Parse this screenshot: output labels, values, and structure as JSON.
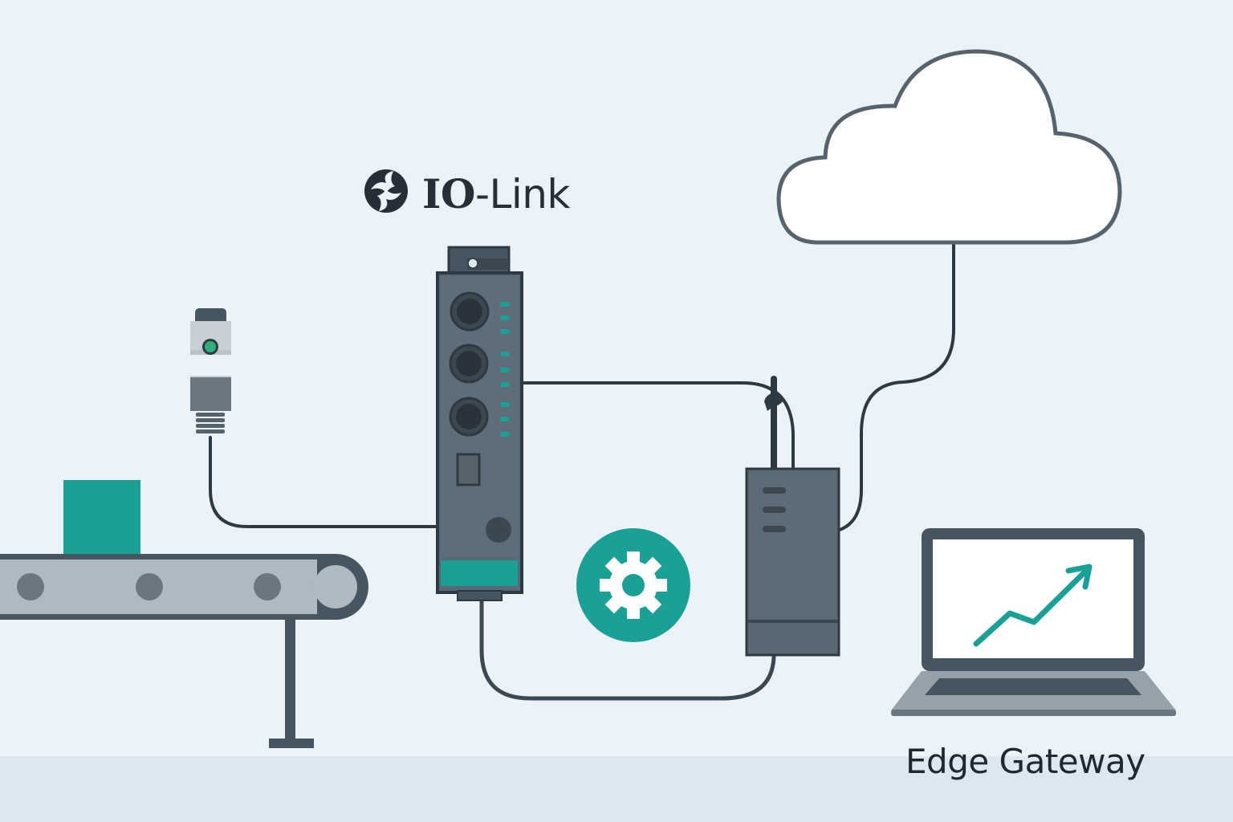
{
  "title": "IO-Link industrial connectivity illustration",
  "logo": {
    "icon": "io-link-logo-icon",
    "text_bold": "IO",
    "text_regular": "-Link"
  },
  "caption": "Edge Gateway",
  "colors": {
    "background": "#ecf3f8",
    "floor": "#dce8f0",
    "dark_slate": "#46555f",
    "device_body": "#5a6873",
    "outline": "#2e3a43",
    "teal_accent": "#1aa096",
    "sensor_light": "#c8d0d6",
    "belt_gray": "#aeb9c1",
    "cable": "#2e3a43",
    "cloud_fill": "#ffffff"
  },
  "components": [
    {
      "id": "cloud",
      "icon": "cloud-icon",
      "label": ""
    },
    {
      "id": "io-link-master",
      "icon": "io-link-master-icon",
      "ports": 3,
      "status_leds_per_port": 3
    },
    {
      "id": "sensor",
      "icon": "proximity-sensor-icon",
      "indicator": "green"
    },
    {
      "id": "conveyor",
      "icon": "conveyor-belt-icon",
      "rollers": 3
    },
    {
      "id": "package",
      "icon": "package-box-icon"
    },
    {
      "id": "gateway",
      "icon": "edge-gateway-device-icon",
      "vents": 3
    },
    {
      "id": "settings",
      "icon": "gear-icon"
    },
    {
      "id": "laptop",
      "icon": "laptop-trend-chart-icon",
      "trend": "upward"
    }
  ],
  "connections": [
    {
      "from": "sensor",
      "to": "io-link-master"
    },
    {
      "from": "io-link-master",
      "to": "gateway"
    },
    {
      "from": "io-link-master",
      "to": "gateway",
      "route": "bottom"
    },
    {
      "from": "gateway",
      "to": "cloud"
    }
  ]
}
